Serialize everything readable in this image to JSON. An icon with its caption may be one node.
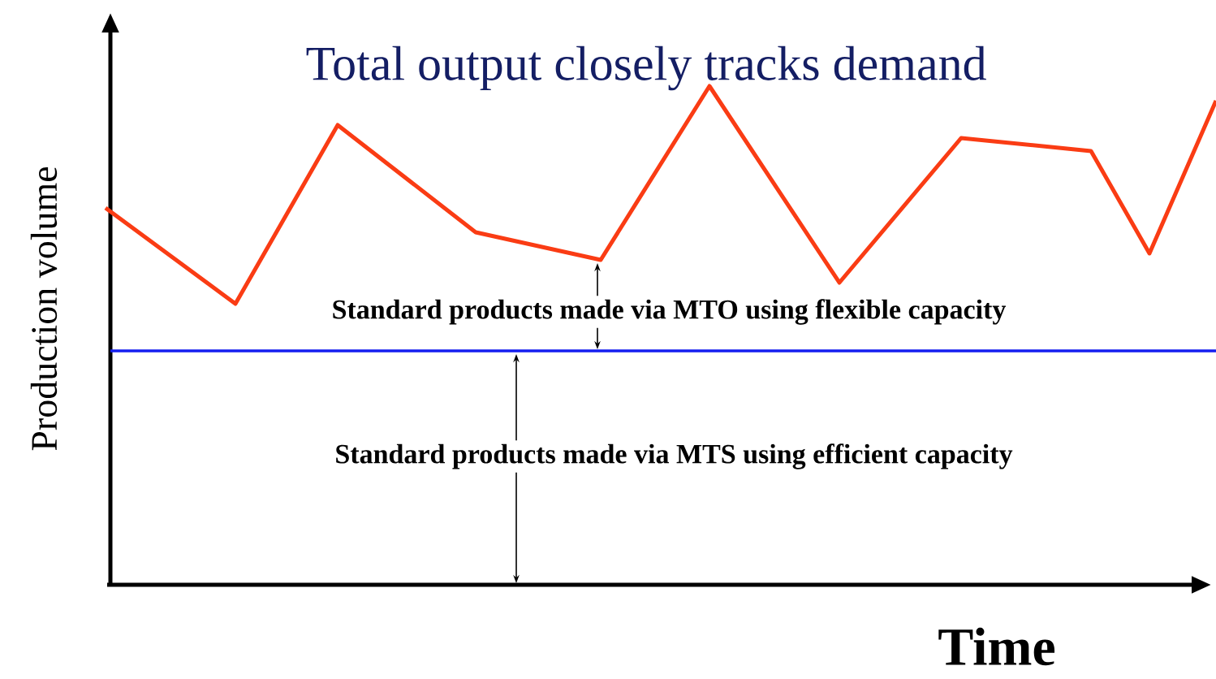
{
  "diagram": {
    "title": "Total output closely tracks demand",
    "labels": [
      "Standard products made via MTO using flexible capacity",
      "Standard products made via MTS using efficient  capacity",
      "Production volume",
      "Time"
    ]
  }
}
